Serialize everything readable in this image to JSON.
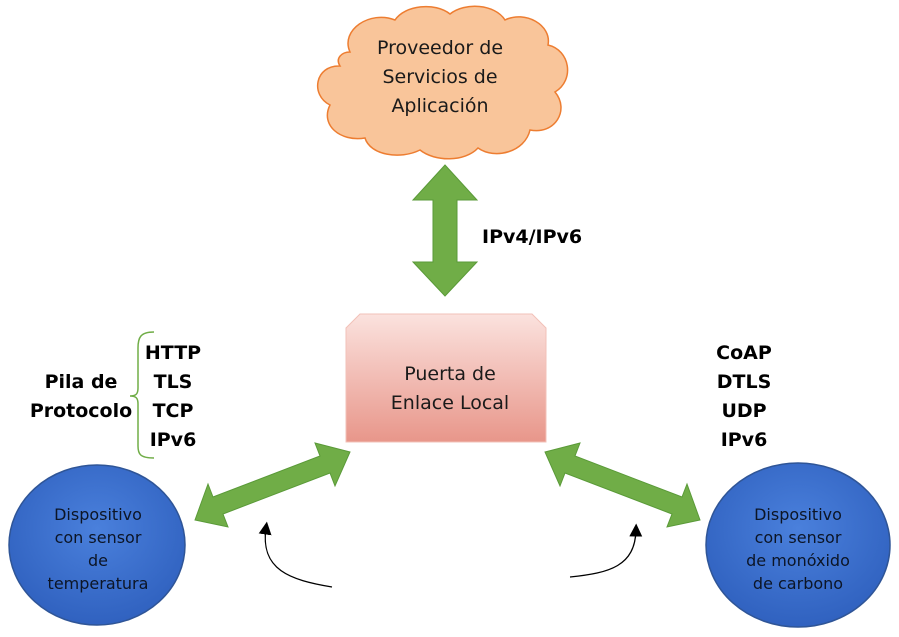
{
  "cloud": {
    "lines": [
      "Proveedor de",
      "Servicios de",
      "Aplicación"
    ],
    "fill": "#f9c59a",
    "stroke": "#ed7d31"
  },
  "gateway": {
    "lines": [
      "Puerta de",
      "Enlace Local"
    ],
    "fill_top": "#fbe2de",
    "fill_bottom": "#e8968a"
  },
  "edge_label": "IPv4/IPv6",
  "left_stack": {
    "group_label": [
      "Pila de",
      "Protocolo"
    ],
    "items": [
      "HTTP",
      "TLS",
      "TCP",
      "IPv6"
    ]
  },
  "right_stack": {
    "items": [
      "CoAP",
      "DTLS",
      "UDP",
      "IPv6"
    ]
  },
  "devices": {
    "left": {
      "lines": [
        "Dispositivo",
        "con sensor",
        "de",
        "temperatura"
      ]
    },
    "right": {
      "lines": [
        "Dispositivo",
        "con sensor",
        "de monóxido",
        "de carbono"
      ]
    },
    "fill": "#3a6fcf",
    "stroke": "#2f5597"
  },
  "arrow_color": "#70ad47",
  "brace_color": "#70ad47"
}
